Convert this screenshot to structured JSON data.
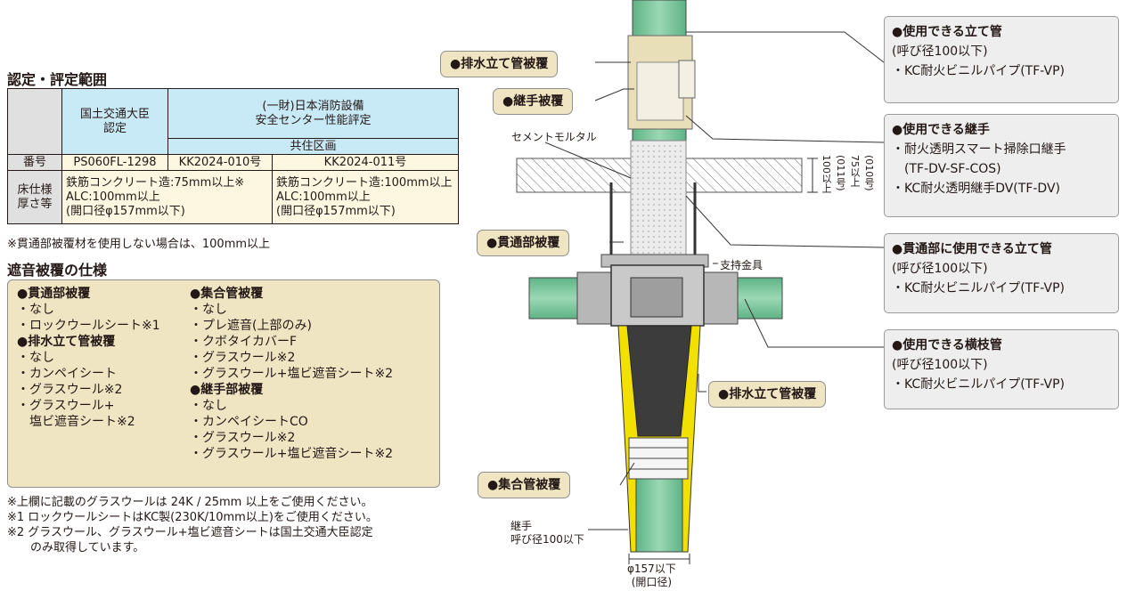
{
  "cert_section": {
    "title": "認定・評定範囲",
    "table": {
      "hdr_mlit": [
        "国土交通大臣",
        "認定"
      ],
      "hdr_fire": [
        "(一財)日本消防設備",
        "安全センター性能評定"
      ],
      "hdr_kyoju": "共住区画",
      "row_number_label": "番号",
      "num_mlit": "PS060FL-1298",
      "num_a": "KK2024-010号",
      "num_b": "KK2024-011号",
      "row_floor_label": [
        "床仕様",
        "厚さ等"
      ],
      "floor_a": [
        "鉄筋コンクリート造:75mm以上※",
        "ALC:100mm以上",
        "(開口径φ157mm以下)"
      ],
      "floor_b": [
        "鉄筋コンクリート造:100mm以上",
        "ALC:100mm以上",
        "(開口径φ157mm以下)"
      ]
    },
    "footnote": "※貫通部被覆材を使用しない場合は、100mm以上"
  },
  "spec_section": {
    "title": "遮音被覆の仕様",
    "col1": [
      {
        "text": "●貫通部被覆",
        "bold": true
      },
      {
        "text": "・なし"
      },
      {
        "text": "・ロックウールシート※1"
      },
      {
        "text": "●排水立て管被覆",
        "bold": true
      },
      {
        "text": "・なし"
      },
      {
        "text": "・カンペイシート"
      },
      {
        "text": "・グラスウール※2"
      },
      {
        "text": "・グラスウール+"
      },
      {
        "text": "　塩ビ遮音シート※2"
      }
    ],
    "col2": [
      {
        "text": "●集合管被覆",
        "bold": true
      },
      {
        "text": "・なし"
      },
      {
        "text": "・プレ遮音(上部のみ)"
      },
      {
        "text": "・クボタイカバーF"
      },
      {
        "text": "・グラスウール※2"
      },
      {
        "text": "・グラスウール+塩ビ遮音シート※2"
      },
      {
        "text": "●継手部被覆",
        "bold": true
      },
      {
        "text": "・なし"
      },
      {
        "text": "・カンペイシートCO"
      },
      {
        "text": "・グラスウール※2"
      },
      {
        "text": "・グラスウール+塩ビ遮音シート※2"
      }
    ]
  },
  "bottom_notes": [
    "※上欄に記載のグラスウールは 24K / 25mm 以上をご使用ください。",
    "※1 ロックウールシートはKC製(230K/10mm以上)をご使用ください。",
    "※2 グラスウール、グラスウール+塩ビ遮音シートは国土交通大臣認定",
    "　　のみ取得しています。"
  ],
  "callouts": {
    "drain_top": "●排水立て管被覆",
    "joint": "●継手被覆",
    "penetration": "●貫通部被覆",
    "drain_mid": "●排水立て管被覆",
    "assembly": "●集合管被覆"
  },
  "diagram_labels": {
    "cement_mortar": "セメントモルタル",
    "support": "支持金具",
    "joint_note": [
      "継手",
      "呼び径100以下"
    ],
    "opening": [
      "φ157以下",
      "(開口径)"
    ],
    "thickness": [
      "100以上",
      "(011号)",
      "75以上",
      "(010号)"
    ]
  },
  "info_boxes": [
    {
      "title": "●使用できる立て管",
      "lines": [
        "(呼び径100以下)",
        "・KC耐火ビニルパイプ(TF-VP)"
      ]
    },
    {
      "title": "●使用できる継手",
      "lines": [
        "・耐火透明スマート掃除口継手",
        "　(TF-DV-SF-COS)",
        "・KC耐火透明継手DV(TF-DV)"
      ]
    },
    {
      "title": "●貫通部に使用できる立て管",
      "lines": [
        "(呼び径100以下)",
        "・KC耐火ビニルパイプ(TF-VP)"
      ]
    },
    {
      "title": "●使用できる横枝管",
      "lines": [
        "(呼び径100以下)",
        "・KC耐火ビニルパイプ(TF-VP)"
      ]
    }
  ],
  "colors": {
    "pipe_green": "#7fc8a0",
    "table_header_blue": "#c8e9f6",
    "callout_beige": "#efe5c3",
    "yellow_wrap": "#f2e000"
  }
}
